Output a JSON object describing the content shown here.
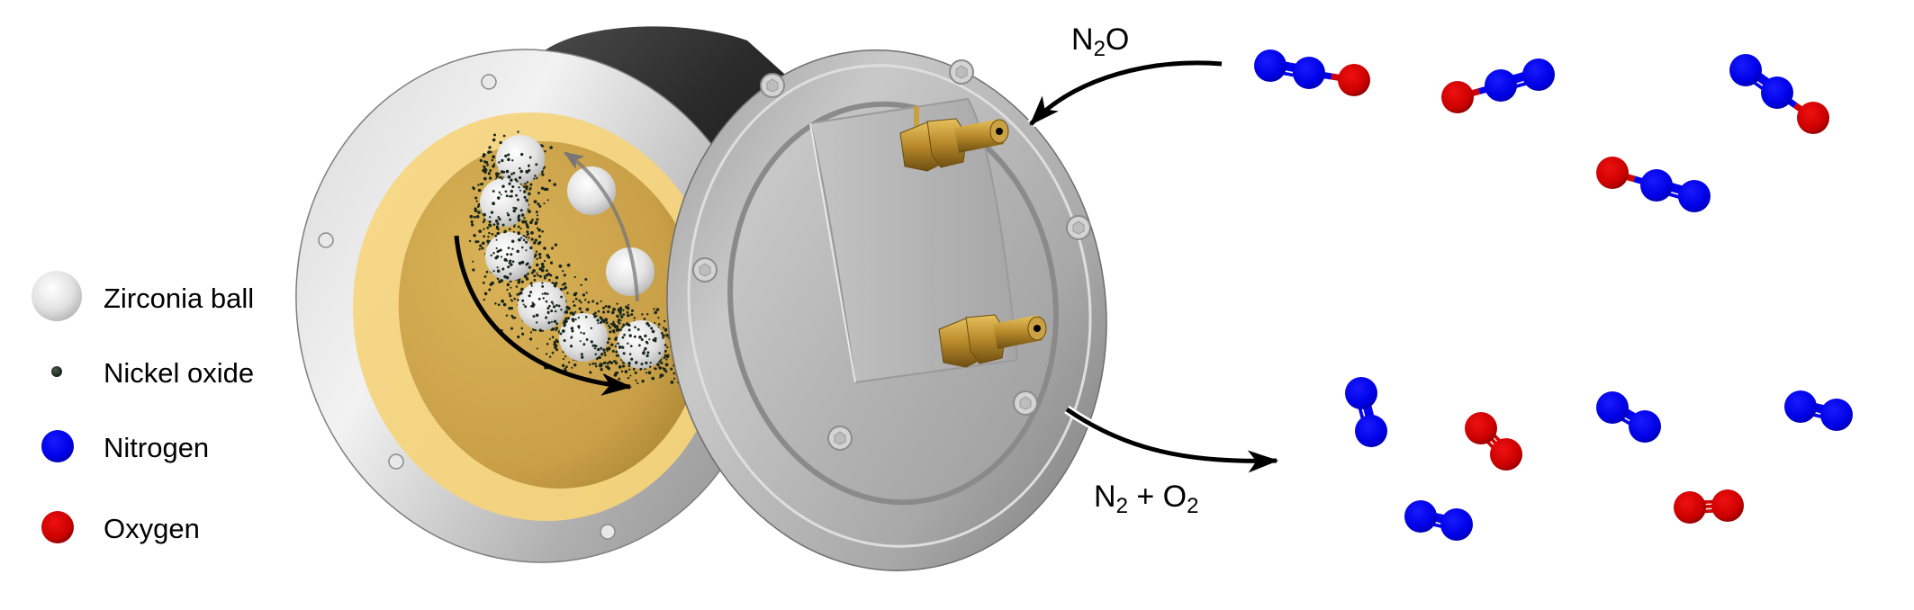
{
  "figure": {
    "title": "Ball-milling reactor: catalytic N2O decomposition over nickel oxide"
  },
  "legend": {
    "items": [
      {
        "id": "zirconia",
        "label": "Zirconia ball",
        "color": "#e6e6e6"
      },
      {
        "id": "nickel",
        "label": "Nickel oxide",
        "color": "#1f3328"
      },
      {
        "id": "nitrogen",
        "label": "Nitrogen",
        "color": "#0000ee"
      },
      {
        "id": "oxygen",
        "label": "Oxygen",
        "color": "#d00000"
      }
    ]
  },
  "flows": {
    "inlet": {
      "main": "N",
      "sub": "2",
      "tail": "O"
    },
    "outlet": {
      "n": "N",
      "n_sub": "2",
      "plus": " + ",
      "o": "O",
      "o_sub": "2"
    }
  },
  "colors": {
    "nitrogen": "#0000ee",
    "oxygen": "#d00000",
    "steel": "#a8a8a8",
    "liner": "#e8c06a",
    "brass": "#b8892a"
  },
  "molecules": {
    "reactant": [
      {
        "species": "N2O",
        "atoms": [
          "N",
          "N",
          "O"
        ]
      },
      {
        "species": "N2O",
        "atoms": [
          "O",
          "N",
          "N"
        ]
      },
      {
        "species": "N2O",
        "atoms": [
          "N",
          "N",
          "O"
        ]
      },
      {
        "species": "N2O",
        "atoms": [
          "O",
          "N",
          "N"
        ]
      }
    ],
    "product": [
      {
        "species": "N2",
        "atoms": [
          "N",
          "N"
        ]
      },
      {
        "species": "O2",
        "atoms": [
          "O",
          "O"
        ]
      },
      {
        "species": "N2",
        "atoms": [
          "N",
          "N"
        ]
      },
      {
        "species": "N2",
        "atoms": [
          "N",
          "N"
        ]
      },
      {
        "species": "N2",
        "atoms": [
          "N",
          "N"
        ]
      },
      {
        "species": "O2",
        "atoms": [
          "O",
          "O"
        ]
      }
    ]
  }
}
